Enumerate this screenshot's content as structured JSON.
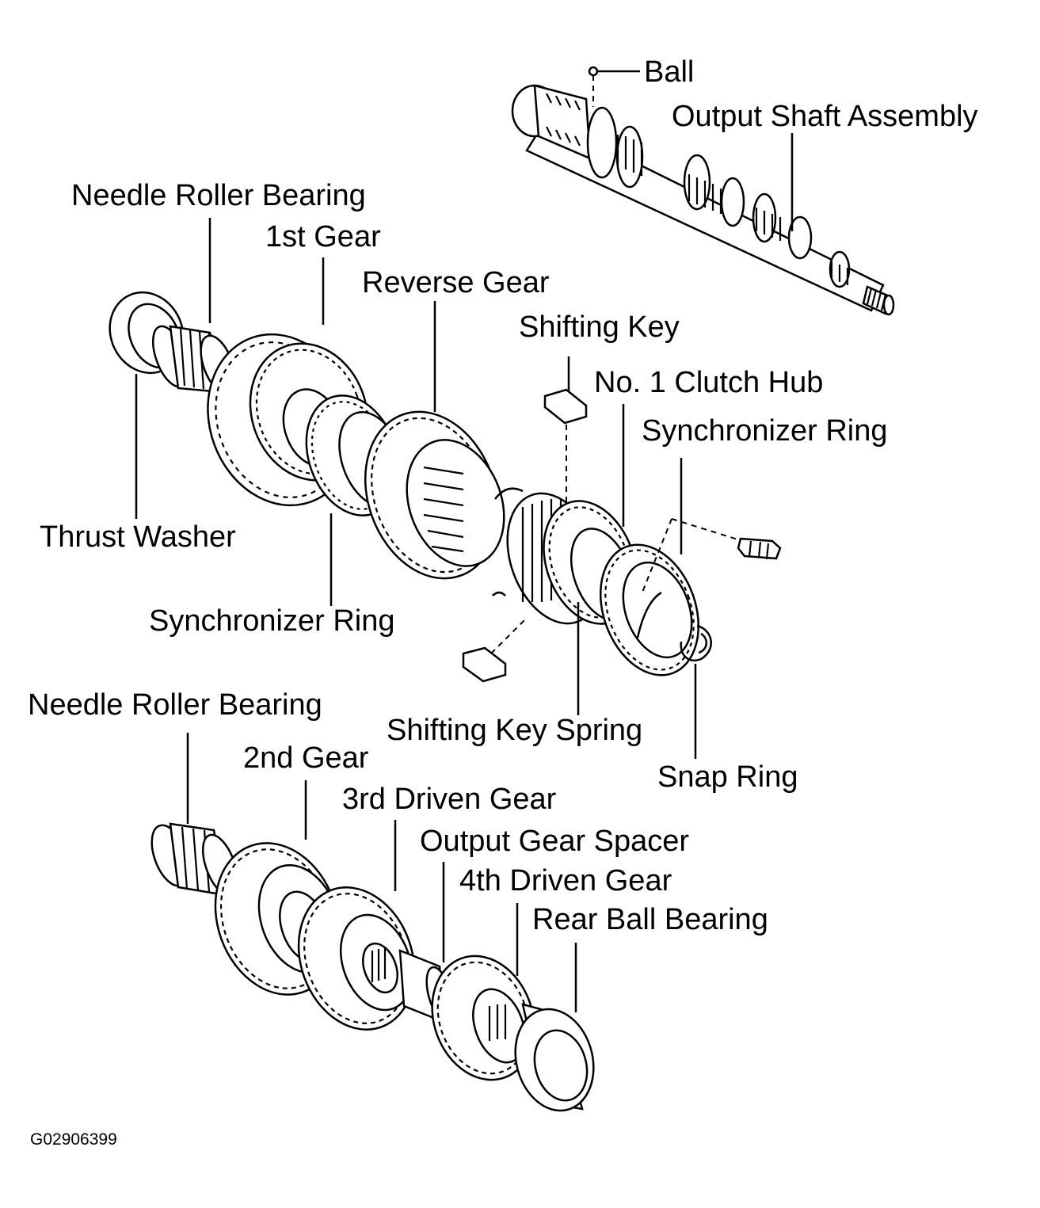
{
  "labels": {
    "ball": "Ball",
    "output_shaft_assembly": "Output Shaft Assembly",
    "needle_roller_bearing_1": "Needle Roller Bearing",
    "first_gear": "1st Gear",
    "reverse_gear": "Reverse Gear",
    "shifting_key": "Shifting Key",
    "no1_clutch_hub": "No. 1 Clutch Hub",
    "synchronizer_ring_1": "Synchronizer Ring",
    "thrust_washer": "Thrust Washer",
    "synchronizer_ring_2": "Synchronizer Ring",
    "needle_roller_bearing_2": "Needle Roller Bearing",
    "shifting_key_spring": "Shifting Key Spring",
    "snap_ring": "Snap Ring",
    "second_gear": "2nd Gear",
    "third_driven_gear": "3rd Driven Gear",
    "output_gear_spacer": "Output Gear Spacer",
    "fourth_driven_gear": "4th Driven Gear",
    "rear_ball_bearing": "Rear Ball Bearing"
  },
  "figure_code": "G02906399"
}
